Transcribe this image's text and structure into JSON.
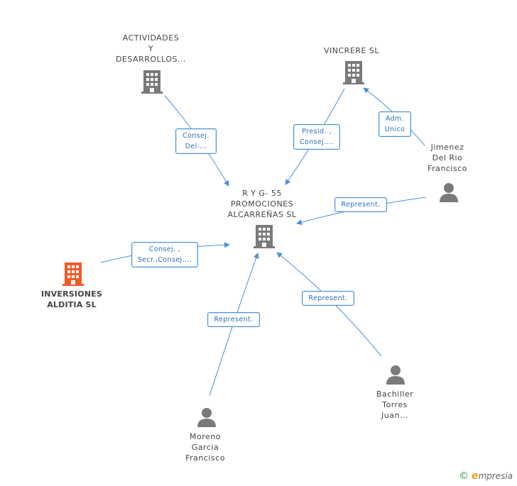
{
  "nodes": {
    "actividades": {
      "label": "ACTIVIDADES\nY\nDESARROLLOS...",
      "type": "company"
    },
    "vincrere": {
      "label": "VINCRERE SL",
      "type": "company"
    },
    "ryg55": {
      "label": "R Y G- 55\nPROMOCIONES\nALCARREÑAS SL",
      "type": "company"
    },
    "inversiones": {
      "label": "INVERSIONES\nALDITIA SL",
      "type": "company-focus"
    },
    "jimenez": {
      "label": "Jimenez\nDel Rio\nFrancisco",
      "type": "person"
    },
    "bachiller": {
      "label": "Bachiller\nTorres\nJuan...",
      "type": "person"
    },
    "moreno": {
      "label": "Moreno\nGarcia\nFrancisco",
      "type": "person"
    }
  },
  "edges": {
    "act_ryg": {
      "label": "Consej.\nDel...."
    },
    "vin_ryg": {
      "label": "Presid. ,\nConsej...."
    },
    "jim_vin": {
      "label": "Adm.\nUnico"
    },
    "jim_ryg": {
      "label": "Represent."
    },
    "inv_ryg": {
      "label": "Consej. ,\nSecr.,Consej...."
    },
    "mor_ryg": {
      "label": "Represent."
    },
    "bac_ryg": {
      "label": "Represent."
    }
  },
  "colors": {
    "edge": "#4a90d9",
    "company_icon": "#7a7a7a",
    "focus_icon": "#f05a28",
    "person_icon": "#7a7a7a"
  },
  "brand": {
    "copyright": "©",
    "initial": "e",
    "rest": "mpresia"
  }
}
